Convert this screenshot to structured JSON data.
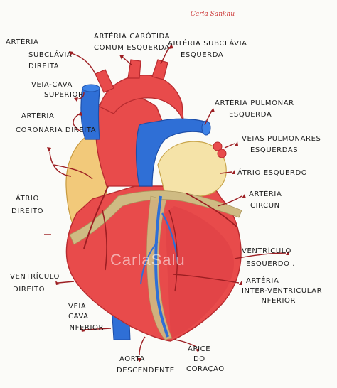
{
  "signature": "Carla Sankhu",
  "watermark": "CarlaSalu",
  "colors": {
    "background": "#fbfbf8",
    "muscle": "#e84b4b",
    "muscle_dark": "#c42d30",
    "vein_blue": "#2f6fd6",
    "atrium_yellow": "#f2d58a",
    "fat_tan": "#cfbb83",
    "leader_red": "#9c1e22"
  },
  "labels": {
    "arteria_subclavia_direita": [
      "ARTÉRIA",
      "SUBCLÁVIA",
      "DIREITA"
    ],
    "arteria_carotida": [
      "ARTÉRIA CARÓTIDA",
      "COMUM ESQUERDA"
    ],
    "arteria_subclavia_esquerda": [
      "ARTÉRIA SUBCLÁVIA",
      "ESQUERDA"
    ],
    "veia_cava_superior": [
      "VEIA-CAVA",
      "SUPERIOR"
    ],
    "arteria_coronaria_direita": [
      "ARTÉRIA",
      "CORONÁRIA DIREITA"
    ],
    "arteria_pulmonar_esquerda": [
      "ARTÉRIA PULMONAR",
      "ESQUERDA"
    ],
    "veias_pulmonares_esquerdas": [
      "VEIAS PULMONARES",
      "ESQUERDAS"
    ],
    "atrio_esquerdo": [
      "ÁTRIO ESQUERDO"
    ],
    "atrio_direito": [
      "ÁTRIO",
      "DIREITO"
    ],
    "arteria_circunflexa": [
      "ARTÉRIA",
      "CIRCUN"
    ],
    "ventriculo_esquerdo": [
      "VENTRÍCULO",
      "ESQUERDO ."
    ],
    "ventriculo_direito": [
      "VENTRÍCULO",
      "DIREITO"
    ],
    "arteria_interventricular": [
      "ARTÉRIA",
      "INTER-VENTRICULAR",
      "INFERIOR"
    ],
    "veia_cava_inferior": [
      "VEIA",
      "CAVA",
      "INFERIOR"
    ],
    "aorta_descendente": [
      "AORTA",
      "DESCENDENTE"
    ],
    "apice_coracao": [
      "ÁPICE",
      "DO",
      "CORAÇÃO"
    ]
  }
}
